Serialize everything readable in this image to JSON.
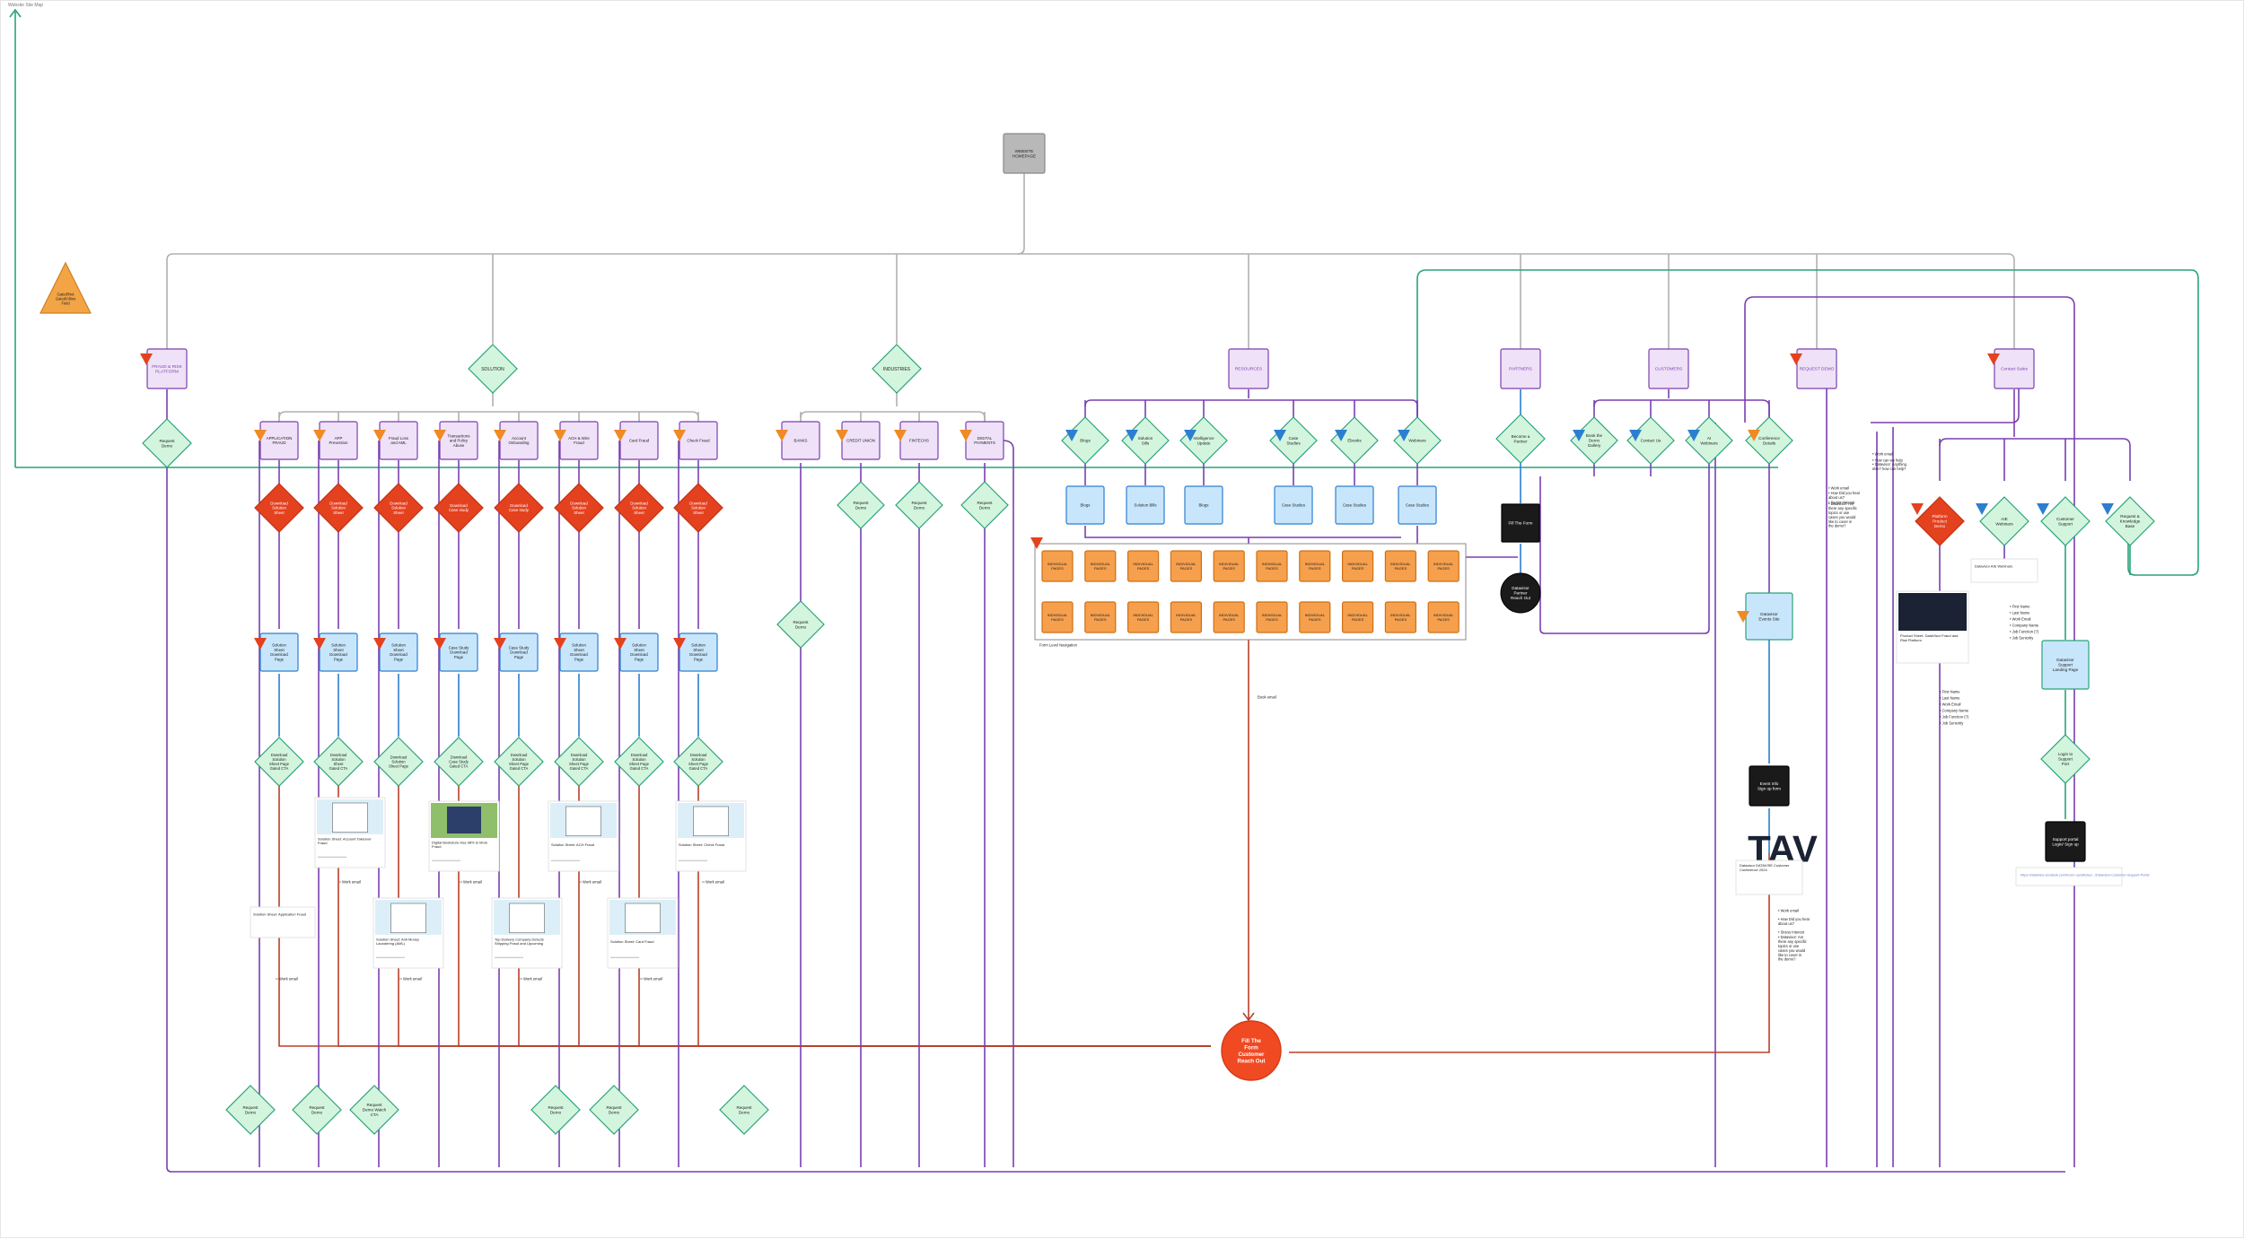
{
  "board": {
    "title": "Website Site Map",
    "highlight": "#f2e8f7"
  },
  "colors": {
    "purple": "#7a3fb0",
    "purple_fill": "#efe1f7",
    "green": "#2aa37a",
    "green_fill": "#d3f5dd",
    "blue": "#2b7fd1",
    "blue_fill": "#c8e6fb",
    "orange": "#f08a24",
    "orange_fill": "#f6a04d",
    "red": "#e4411f",
    "red_line": "#b8402a",
    "gray": "#b0b0b0",
    "navy": "#1b2233"
  },
  "root": {
    "label": "WEBSITE HOMEPAGE"
  },
  "legend": {
    "label": "Gated/Not Gated/Allow Field"
  },
  "l1": [
    {
      "label": "FRAUD & RISK PLATFORM",
      "kind": "page",
      "flag": "red"
    },
    {
      "label": "SOLUTION",
      "kind": "diamond"
    },
    {
      "label": "INDUSTRIES",
      "kind": "diamond"
    },
    {
      "label": "RESOURCES",
      "kind": "page"
    },
    {
      "label": "PARTNERS",
      "kind": "page"
    },
    {
      "label": "CUSTOMERS",
      "kind": "page"
    },
    {
      "label": "REQUEST DEMO",
      "kind": "page",
      "flag": "red"
    },
    {
      "label": "Contact Sales",
      "kind": "page",
      "flag": "red"
    }
  ],
  "fraud_request_demo": "Request Demo",
  "solutions": [
    {
      "label": "APPLICATION FRAUD",
      "red": "Download Solution Sheet",
      "sheet": "Solution Sheet Download Page",
      "dl": "Download Solution Sheet Page Gated CTA"
    },
    {
      "label": "APP Prevention",
      "red": "Download Solution Sheet",
      "sheet": "Solution Sheet Download Page",
      "dl": "Download Solution Sheet Gated CTA"
    },
    {
      "label": "Fraud Loss and AML",
      "red": "Download Solution Sheet",
      "sheet": "Solution Sheet Download Page",
      "dl": "Download Solution Sheet Page"
    },
    {
      "label": "Transactions and Policy Abuse",
      "red": "Download Case study",
      "sheet": "Case Study Download Page",
      "dl": "Download Case Study Gated CTA"
    },
    {
      "label": "Account Onboarding",
      "red": "Download Case study",
      "sheet": "Case Study Download Page",
      "dl": "Download Solution Sheet Page Gated CTA"
    },
    {
      "label": "ACH & Wire Fraud",
      "red": "Download Solution Sheet",
      "sheet": "Solution Sheet Download Page",
      "dl": "Download Solution Sheet Page Gated CTA"
    },
    {
      "label": "Card Fraud",
      "red": "Download Solution Sheet",
      "sheet": "Solution Sheet Download Page",
      "dl": "Download Solution Sheet Page Gated CTA"
    },
    {
      "label": "Check Fraud",
      "red": "Download Solution Sheet",
      "sheet": "Solution Sheet Download Page",
      "dl": "Download Solution Sheet Page Gated CTA"
    }
  ],
  "industries": [
    {
      "label": "BANKS",
      "demo": "Request Demo"
    },
    {
      "label": "CREDIT UNION",
      "demo": "Request Demo"
    },
    {
      "label": "FINTECHS",
      "demo": "Request Demo"
    },
    {
      "label": "DIGITAL PAYMENTS",
      "demo": "Request Demo"
    }
  ],
  "resources": {
    "diamonds": [
      "Blogs",
      "Solution Sills",
      "Intelligence Update",
      "Case Studies",
      "Ebooks",
      "Webinars"
    ],
    "pages": [
      "Blogs",
      "Solution Bills",
      "Blogs",
      "Case Studies",
      "Case Studies",
      "Case Studies"
    ],
    "individual": "INDIVIDUAL PAGES",
    "nav_label": "Form Level Navigation",
    "note": "Book email"
  },
  "partners": {
    "diamond": "Become a Partner",
    "dark": "Fill The Form",
    "circle": "Datavisor Partner Reach Out"
  },
  "customers": {
    "diamonds": [
      "Book the Demo Gallery",
      "Contact Us",
      "AI Webinars",
      "Conference Details"
    ],
    "events": "Datavisor Events Site",
    "signup": "Event Info Sign up form",
    "logo": "TAV",
    "card_title": "Datavisor DATAVISE Customer Conference 2024",
    "notes": [
      "Work email",
      "How Did you hear about us?",
      "Stress Interest",
      "Datavisor: Are there any specific topics or use cases you would like to cover in the demo?"
    ]
  },
  "demo_notes": [
    "Work email",
    "How Did you hear about us?",
    "Sector Interest",
    "Datavisor: Are there any specific topics or use cases you would like to cover in the demo?"
  ],
  "contact": {
    "notes": [
      "Work email",
      "How can we help",
      "Datavisor: Anything else? how can help?"
    ],
    "diamonds": [
      "Platform Product Demo",
      "AIE Webinars",
      "Customer Support",
      "Request & Knowledge Base"
    ],
    "card_title": "Datavisor AIE Webinars",
    "product_card": "Product Sheet: DataVisor Fraud and Risk Platform",
    "fields": [
      "First Name",
      "Last Name",
      "Work Email",
      "Company Name",
      "Job Function (?)",
      "Job Seniority"
    ],
    "fields_b": [
      "First Name",
      "Last Name",
      "Work Email",
      "Company Name",
      "Job Function (?)",
      "Job Seniority"
    ],
    "support_page": "Datavisor Support Landing Page",
    "login": "Login to Support Port",
    "portal": "Support portal Login/ Sign up",
    "link": "https://datavisor.zendesk.com/hc/en-us/articles/.../Datavisor-Customer-Support-Portal"
  },
  "cards": [
    {
      "title": "Solution Sheet: Account Takeover Fraud"
    },
    {
      "title": "Digital Bookstore Has 98% to More Fraud"
    },
    {
      "title": "Solution Sheet: ACH Fraud"
    },
    {
      "title": "Solution Sheet: Check Fraud"
    },
    {
      "title": "Solution Sheet: Application Fraud"
    },
    {
      "title": "Solution Sheet: Anti Money Laundering (AML)"
    },
    {
      "title": "Top Delivery Company Detects Shipping Fraud and Upcoming"
    },
    {
      "title": "Solution Sheet: Card Fraud"
    }
  ],
  "work_email": "Work email",
  "bottom_demos": [
    "Request Demo",
    "Request Demo",
    "Request Demo Watch CTA",
    "Request Demo",
    "Request Demo",
    "Request Demo"
  ],
  "final": {
    "label": "Fill The Form Customer Reach Out"
  }
}
